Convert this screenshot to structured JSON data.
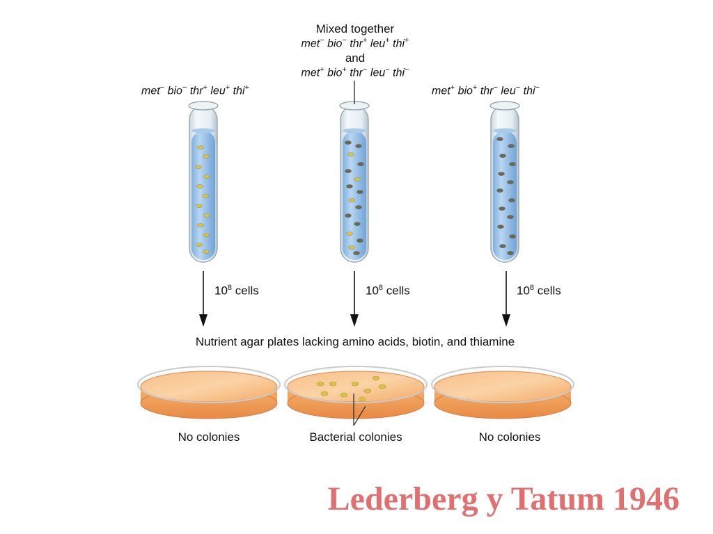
{
  "mixed": {
    "heading": "Mixed together",
    "geno1": [
      {
        "g": "met",
        "s": "−"
      },
      {
        "g": "bio",
        "s": "−"
      },
      {
        "g": "thr",
        "s": "+"
      },
      {
        "g": "leu",
        "s": "+"
      },
      {
        "g": "thi",
        "s": "+"
      }
    ],
    "and": "and",
    "geno2": [
      {
        "g": "met",
        "s": "+"
      },
      {
        "g": "bio",
        "s": "+"
      },
      {
        "g": "thr",
        "s": "−"
      },
      {
        "g": "leu",
        "s": "−"
      },
      {
        "g": "thi",
        "s": "−"
      }
    ]
  },
  "left": {
    "geno": [
      {
        "g": "met",
        "s": "−"
      },
      {
        "g": "bio",
        "s": "−"
      },
      {
        "g": "thr",
        "s": "+"
      },
      {
        "g": "leu",
        "s": "+"
      },
      {
        "g": "thi",
        "s": "+"
      }
    ]
  },
  "right": {
    "geno": [
      {
        "g": "met",
        "s": "+"
      },
      {
        "g": "bio",
        "s": "+"
      },
      {
        "g": "thr",
        "s": "−"
      },
      {
        "g": "leu",
        "s": "−"
      },
      {
        "g": "thi",
        "s": "−"
      }
    ]
  },
  "cells": {
    "base": "10",
    "exp": "8",
    "word": "cells"
  },
  "plates_caption": "Nutrient agar plates lacking amino acids, biotin, and thiamine",
  "results": {
    "left": "No colonies",
    "middle": "Bacterial colonies",
    "right": "No colonies"
  },
  "title": "Lederberg y Tatum 1946",
  "colors": {
    "liquid": "#9cc3e8",
    "cell_yellow": "#d8c24a",
    "cell_dark": "#6e6a52",
    "agar": "#f1a35c",
    "title": "#e0706f"
  }
}
